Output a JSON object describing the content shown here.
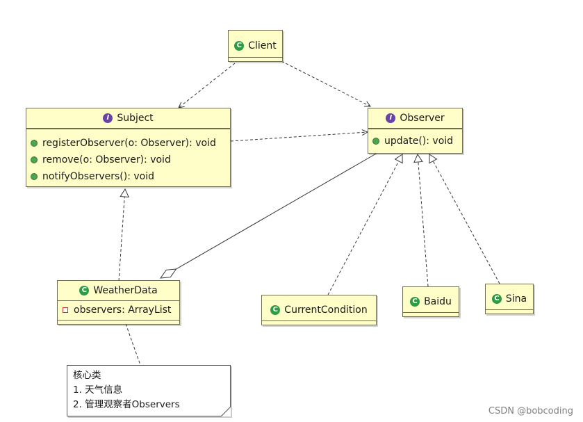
{
  "classes": {
    "client": {
      "name": "Client",
      "kind": "class"
    },
    "subject": {
      "name": "Subject",
      "kind": "interface",
      "methods": [
        "registerObserver(o: Observer): void",
        "remove(o: Observer): void",
        "notifyObservers(): void"
      ]
    },
    "observer": {
      "name": "Observer",
      "kind": "interface",
      "methods": [
        "update(): void"
      ]
    },
    "weatherdata": {
      "name": "WeatherData",
      "kind": "class",
      "fields": [
        "observers: ArrayList"
      ]
    },
    "currentcondition": {
      "name": "CurrentCondition",
      "kind": "class"
    },
    "baidu": {
      "name": "Baidu",
      "kind": "class"
    },
    "sina": {
      "name": "Sina",
      "kind": "class"
    }
  },
  "icons": {
    "class": "C",
    "interface": "I"
  },
  "relations": [
    {
      "from": "Client",
      "to": "Subject",
      "type": "dependency"
    },
    {
      "from": "Client",
      "to": "Observer",
      "type": "dependency"
    },
    {
      "from": "Subject",
      "to": "Observer",
      "type": "dependency"
    },
    {
      "from": "WeatherData",
      "to": "Subject",
      "type": "realization"
    },
    {
      "from": "WeatherData",
      "to": "Observer",
      "type": "aggregation"
    },
    {
      "from": "CurrentCondition",
      "to": "Observer",
      "type": "realization"
    },
    {
      "from": "Baidu",
      "to": "Observer",
      "type": "realization"
    },
    {
      "from": "Sina",
      "to": "Observer",
      "type": "realization"
    }
  ],
  "note": {
    "lines": [
      "核心类",
      "1. 天气信息",
      "2. 管理观察者Observers"
    ]
  },
  "watermark": "CSDN @bobcoding",
  "colors": {
    "box_fill": "#fffdc8",
    "box_border": "#6e6e4e",
    "class_icon": "#2e9b45",
    "interface_icon": "#6a43a8",
    "method_dot": "#4fa54f",
    "private_field": "#c0392b"
  }
}
